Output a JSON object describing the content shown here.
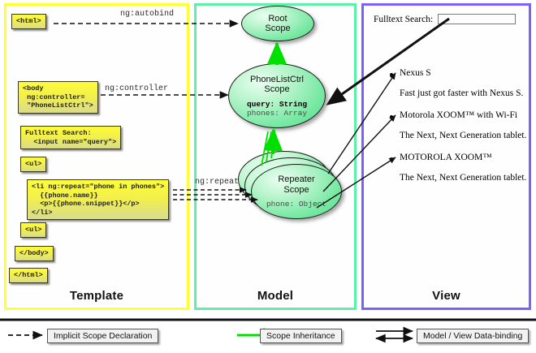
{
  "diagram": {
    "title": "AngularJS Scope Data-binding Diagram",
    "columns": [
      {
        "key": "template",
        "label": "Template",
        "border_color": "#ffff33"
      },
      {
        "key": "model",
        "label": "Model",
        "border_color": "#5cf0a8"
      },
      {
        "key": "view",
        "label": "View",
        "border_color": "#7b61ff"
      }
    ]
  },
  "template": {
    "boxes": [
      {
        "id": "html-open",
        "text": "<html>"
      },
      {
        "id": "body-open",
        "text": "<body\n ng:controller=\n \"PhoneListCtrl\">"
      },
      {
        "id": "search",
        "text": "Fulltext Search:\n  <input name=\"query\">"
      },
      {
        "id": "ul-open",
        "text": "<ul>"
      },
      {
        "id": "li-repeat",
        "text": "<li ng:repeat=\"phone in phones\">\n  {{phone.name}}\n  <p>{{phone.snippet}}</p>\n</li>"
      },
      {
        "id": "ul-close",
        "text": "<ul>"
      },
      {
        "id": "body-close",
        "text": "</body>"
      },
      {
        "id": "html-close",
        "text": "</html>"
      }
    ]
  },
  "model": {
    "scopes": [
      {
        "id": "root",
        "title": "Root\nScope",
        "props": []
      },
      {
        "id": "phonelist",
        "title": "PhoneListCtrl\nScope",
        "props": [
          {
            "text": "query: String",
            "style": "bold"
          },
          {
            "text": "phones: Array",
            "style": "grey"
          }
        ]
      },
      {
        "id": "repeater",
        "title": "Repeater\nScope",
        "props": [
          {
            "text": "phone: Object",
            "style": "grey"
          }
        ]
      }
    ]
  },
  "edges": {
    "autobind": "ng:autobind",
    "controller": "ng:controller",
    "repeat": "ng:repeat"
  },
  "view": {
    "search_label": "Fulltext Search:",
    "search_value": "",
    "search_placeholder": "",
    "items": [
      {
        "name": "Nexus S",
        "snippet": "Fast just got faster with Nexus S."
      },
      {
        "name": "Motorola XOOM™  with Wi-Fi",
        "snippet": "The Next, Next Generation tablet."
      },
      {
        "name": "MOTOROLA XOOM™",
        "snippet": "The Next, Next Generation tablet."
      }
    ]
  },
  "legend": [
    {
      "id": "implicit",
      "label": "Implicit Scope Declaration",
      "arrow": "dashed-black"
    },
    {
      "id": "inheritance",
      "label": "Scope Inheritance",
      "arrow": "solid-green"
    },
    {
      "id": "databinding",
      "label": "Model / View Data-binding",
      "arrow": "double-black"
    }
  ],
  "colors": {
    "template_border": "#ffff33",
    "model_border": "#5cf0a8",
    "view_border": "#7b61ff",
    "scope_fill": "#79e9a4",
    "code_fill": "#fdfc3a",
    "inheritance_arrow": "#00e000"
  }
}
